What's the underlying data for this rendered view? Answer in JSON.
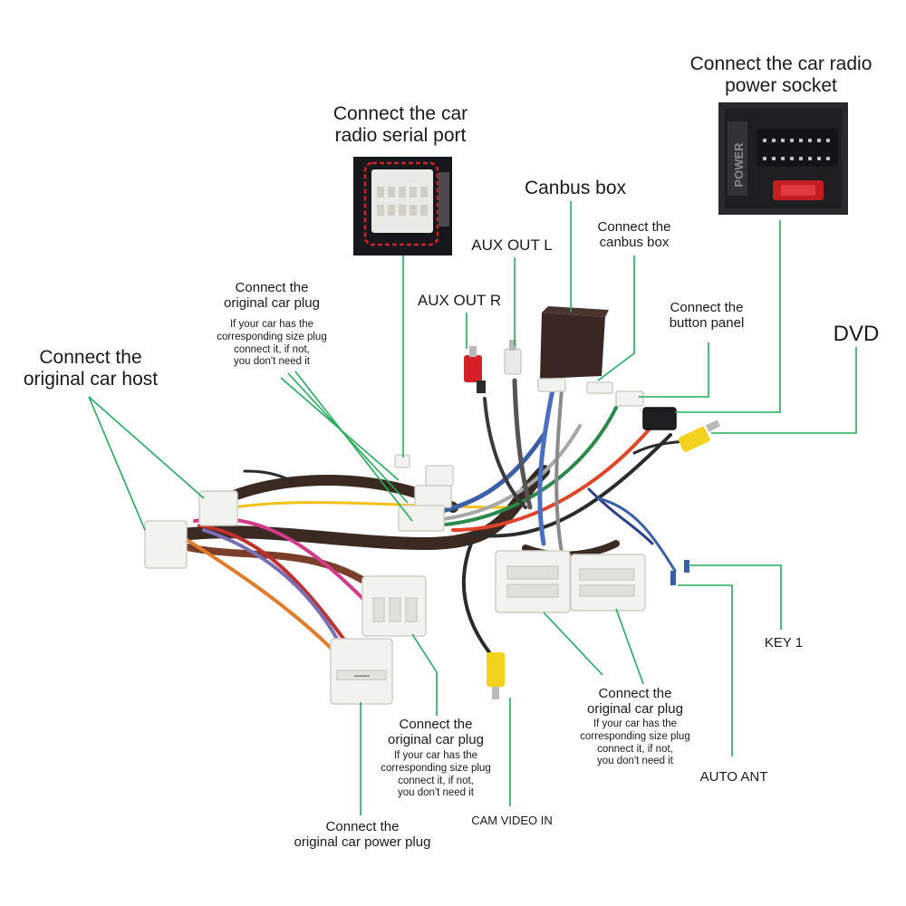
{
  "labels": {
    "radio_power_socket": "Connect the car radio power socket",
    "radio_power_socket_line1": "Connect the car radio",
    "radio_power_socket_line2": "power socket",
    "power_text": "POWER",
    "radio_serial_line1": "Connect the car",
    "radio_serial_line2": "radio  serial port",
    "canbus_box": "Canbus box",
    "aux_out_l": "AUX OUT L",
    "aux_out_r": "AUX OUT R",
    "connect_canbus_line1": "Connect the",
    "connect_canbus_line2": "canbus box",
    "button_panel_line1": "Connect the",
    "button_panel_line2": "button panel",
    "dvd": "DVD",
    "orig_host_line1": "Connect the",
    "orig_host_line2": "original car host",
    "plug_top_line1": "Connect the",
    "plug_top_line2": "original car plug",
    "plug_top_note_line1": "If your car has the",
    "plug_top_note_line2": "corresponding size plug",
    "plug_top_note_line3": "connect it, if not,",
    "plug_top_note_line4": "you don't need it",
    "key1": "KEY 1",
    "auto_ant": "AUTO ANT",
    "cam_video_in": "CAM VIDEO IN",
    "plug_mid_line1": "Connect the",
    "plug_mid_line2": "original car plug",
    "plug_mid_note_line1": "If your car has the",
    "plug_mid_note_line2": "corresponding size plug",
    "plug_mid_note_line3": "connect it, if not,",
    "plug_mid_note_line4": "you don't need it",
    "plug_right_line1": "Connect the",
    "plug_right_line2": "original car plug",
    "plug_right_note_line1": "If your car has the",
    "plug_right_note_line2": "corresponding size plug",
    "plug_right_note_line3": "connect it, if not,",
    "plug_right_note_line4": "you don't need it",
    "power_plug_line1": "Connect the",
    "power_plug_line2": "original car power plug"
  },
  "colors": {
    "leader_line": "#1fae5a",
    "background": "#ffffff",
    "text": "#1a1a1a",
    "connector_white": "#f2f2ee",
    "canbus_box": "#3a2622",
    "rca_red": "#d61f26",
    "rca_yellow": "#f2d21c",
    "socket_dark": "#1f1f22"
  }
}
